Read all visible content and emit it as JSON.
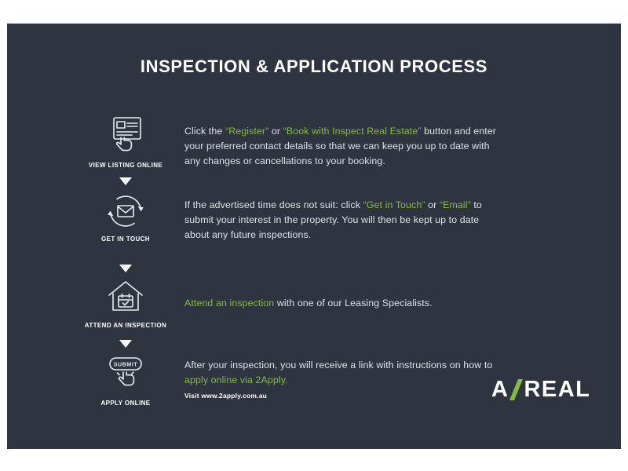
{
  "colors": {
    "background": "#ffffff",
    "panel": "#2e3440",
    "accent_green": "#86BB40",
    "body_text": "#dfe3e8",
    "heading_text": "#ffffff"
  },
  "title": "INSPECTION & APPLICATION PROCESS",
  "steps": [
    {
      "label": "VIEW LISTING ONLINE",
      "icon": "listing-document-with-cursor-icon",
      "segments": [
        {
          "text": "Click the "
        },
        {
          "text": "“Register”",
          "accent": true
        },
        {
          "text": " or "
        },
        {
          "text": "“Book with Inspect Real Estate”",
          "accent": true
        },
        {
          "text": " button and enter your preferred contact details so that we can keep you up to date with any changes or cancellations to your booking."
        }
      ]
    },
    {
      "label": "GET IN TOUCH",
      "icon": "email-sync-icon",
      "segments": [
        {
          "text": "If the advertised time does not suit: click "
        },
        {
          "text": "“Get in Touch”",
          "accent": true
        },
        {
          "text": " or "
        },
        {
          "text": "“Email”",
          "accent": true
        },
        {
          "text": " to submit your interest in the property. You will then be kept up to date about any future inspections."
        }
      ]
    },
    {
      "label": "ATTEND AN INSPECTION",
      "icon": "house-calendar-icon",
      "segments": [
        {
          "text": "Attend an inspection",
          "accent": true
        },
        {
          "text": " with one of our Leasing Specialists."
        }
      ]
    },
    {
      "label": "APPLY ONLINE",
      "icon": "submit-button-cursor-icon",
      "button_text": "SUBMIT",
      "segments": [
        {
          "text": "After your inspection, you will receive a link with instructions on how to "
        },
        {
          "text": "apply online via 2Apply.",
          "accent": true
        }
      ],
      "note": "Visit www.2apply.com.au"
    }
  ],
  "logo": {
    "first": "A",
    "second": "REAL"
  }
}
